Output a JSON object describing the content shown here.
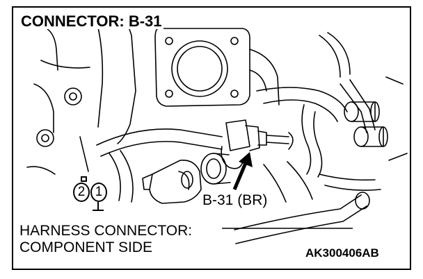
{
  "title": "CONNECTOR: B-31",
  "callout": "B-31 (BR)",
  "harness": {
    "line1": "HARNESS CONNECTOR:",
    "line2": "COMPONENT SIDE"
  },
  "connector_pins": [
    "2",
    "1"
  ],
  "figure_code": "AK300406AB"
}
